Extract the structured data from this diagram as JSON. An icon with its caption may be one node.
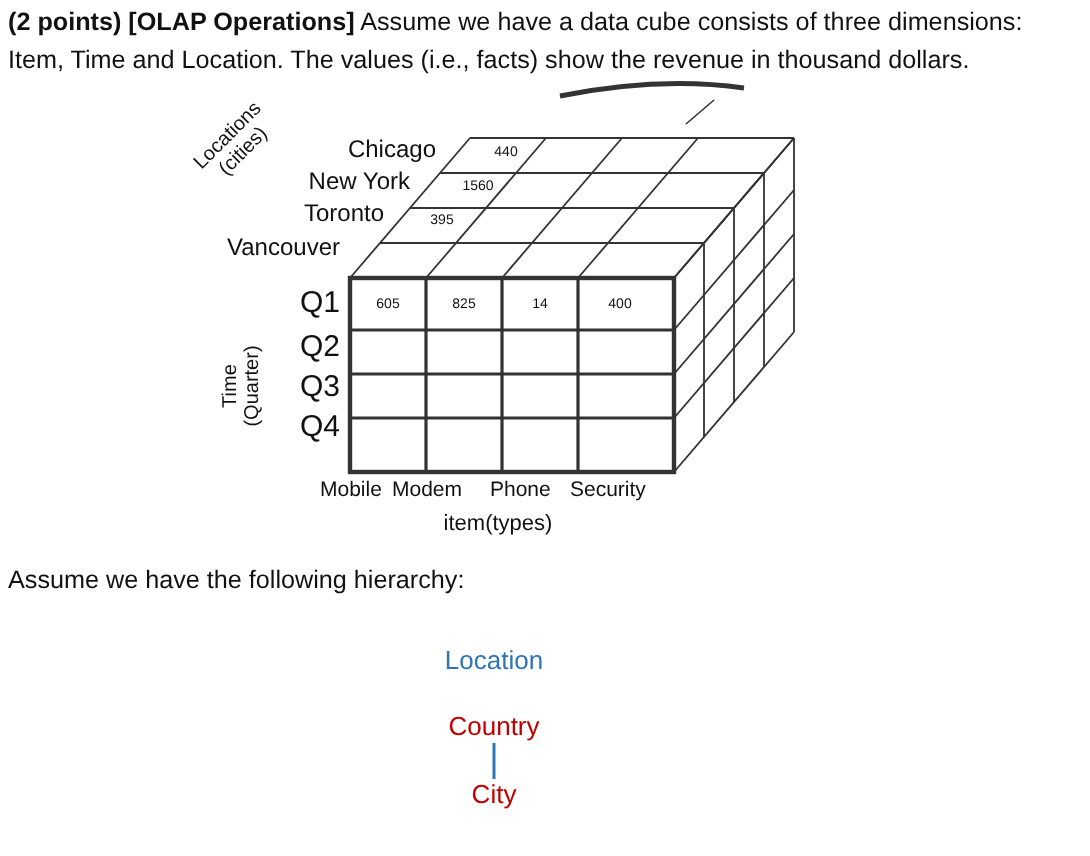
{
  "diagram": {
    "title": "**(2 points) [OLAP Operations]** Assume we have a data cube consists of three dimensions: Item, Time and Location. The values (i.e., facts) show the revenue in thousand dollars.",
    "nodes": [
      {
        "text": [
          "Location"
        ]
      },
      {
        "text": [
          "Country"
        ]
      },
      {
        "text": [
          "City"
        ]
      }
    ],
    "edges": [
      {
        "from": 1,
        "to": 2,
        "arrow": "none"
      }
    ],
    "labels": [
      "Locations (cities)",
      "Chicago",
      "440",
      "New York",
      "1560",
      "Toronto",
      "395",
      "Vancouver",
      "Q1",
      "605",
      "825",
      "14",
      "400",
      "Q2",
      "Time (Quarter)",
      "Q3",
      "Q4",
      "Mobile",
      "Modem",
      "Phone",
      "Security",
      "item(types)",
      "Assume we have the following hierarchy:"
    ]
  }
}
